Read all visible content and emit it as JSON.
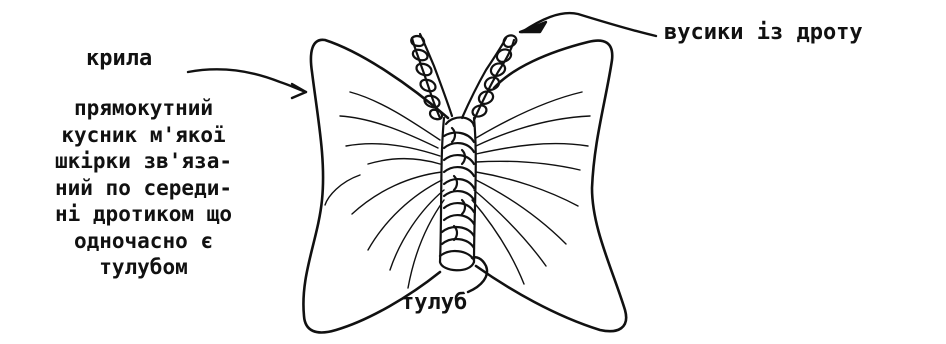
{
  "labels": {
    "wings": "крила",
    "antennae": "вусики із дроту",
    "body": "тулуб"
  },
  "description_lines": [
    "прямокутний",
    "кусник м'якої",
    "шкірки зв'яза-",
    "ний по середи-",
    "ні дротиком що",
    "одночасно є",
    "тулубом"
  ],
  "colors": {
    "ink": "#111111",
    "background": "#ffffff"
  }
}
